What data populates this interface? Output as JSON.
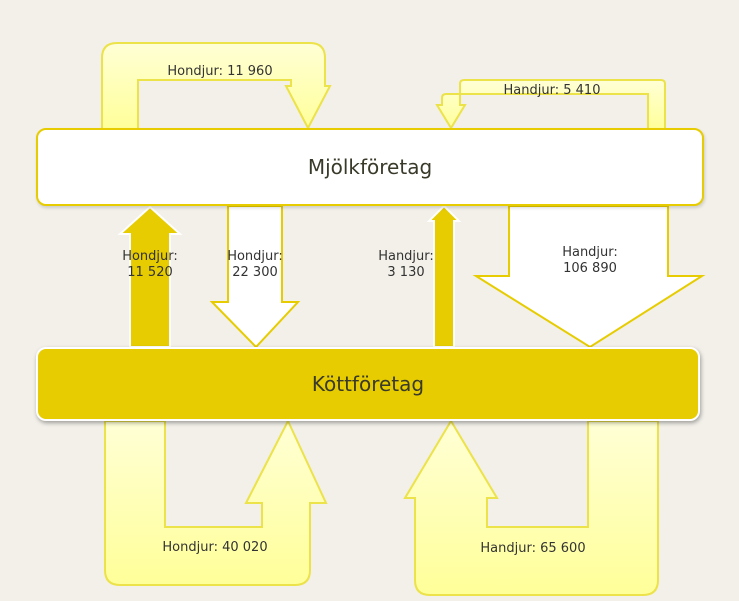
{
  "nodes": {
    "dairy": "Mjölkföretag",
    "meat": "Köttföretag"
  },
  "flows": {
    "dairy_loop_female": {
      "label": "Hondjur: 11 960"
    },
    "dairy_loop_male": {
      "label": "Handjur: 5 410"
    },
    "meat_to_dairy_female": {
      "label_line1": "Hondjur:",
      "label_line2": "11 520"
    },
    "dairy_to_meat_female": {
      "label_line1": "Hondjur:",
      "label_line2": "22 300"
    },
    "meat_to_dairy_male": {
      "label_line1": "Handjur:",
      "label_line2": "3 130"
    },
    "dairy_to_meat_male": {
      "label_line1": "Handjur:",
      "label_line2": "106 890"
    },
    "meat_loop_female": {
      "label": "Hondjur: 40 020"
    },
    "meat_loop_male": {
      "label": "Handjur: 65 600"
    }
  },
  "colors": {
    "background": "#f2f0e9",
    "pale_yellow": "#ffff99",
    "gold": "#e6cc00",
    "white": "#ffffff"
  }
}
